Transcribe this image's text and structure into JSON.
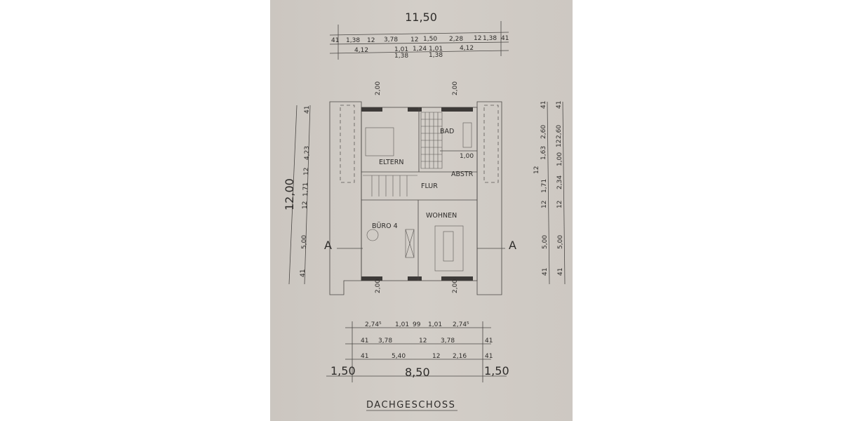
{
  "title": "DACHGESCHOSS",
  "section_marker": "A",
  "rooms": {
    "eltern": "ELTERN",
    "bad": "BAD",
    "abstr": "ABSTR",
    "flur": "FLUR",
    "wohnen": "WOHNEN",
    "buero": "BÜRO 4",
    "bad_width": "1,00"
  },
  "dims": {
    "top_total": "11,50",
    "top_row1": [
      "41",
      "1,38",
      "12",
      "3,78",
      "12",
      "1,50",
      "2,28",
      "12",
      "1,38",
      "41"
    ],
    "top_row2": [
      "4,12",
      "1,01",
      "1,38",
      "1,24",
      "1,01",
      "1,38",
      "4,12"
    ],
    "bottom_row1": [
      "2,74⁵",
      "1,01",
      "99",
      "1,01",
      "2,74⁵"
    ],
    "bottom_row2": [
      "41",
      "3,78",
      "12",
      "3,78",
      "41"
    ],
    "bottom_row3": [
      "41",
      "5,40",
      "12",
      "2,16",
      "41"
    ],
    "bottom_total": [
      "1,50",
      "8,50",
      "1,50"
    ],
    "left_total": "12,00",
    "left": [
      "41",
      "4,23",
      "12",
      "1,71",
      "12",
      "5,00",
      "41"
    ],
    "right_outer": [
      "41",
      "2,60",
      "1,63",
      "12",
      "1,71",
      "12",
      "5,00",
      "41"
    ],
    "right_inner": [
      "41",
      "2,60",
      "12",
      "1,00",
      "2,34",
      "12",
      "5,00",
      "41"
    ],
    "overhang": [
      "2,00",
      "2,00",
      "2,00",
      "2,00"
    ]
  }
}
